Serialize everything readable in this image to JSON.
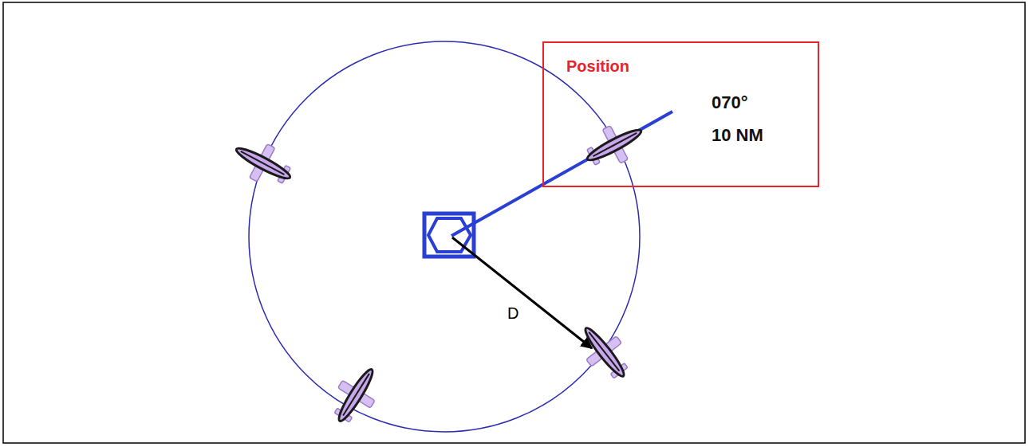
{
  "diagram": {
    "nodes": [
      {
        "text": [
          "Position",
          "070°",
          "10 NM"
        ]
      }
    ],
    "labels": [
      "D"
    ]
  }
}
